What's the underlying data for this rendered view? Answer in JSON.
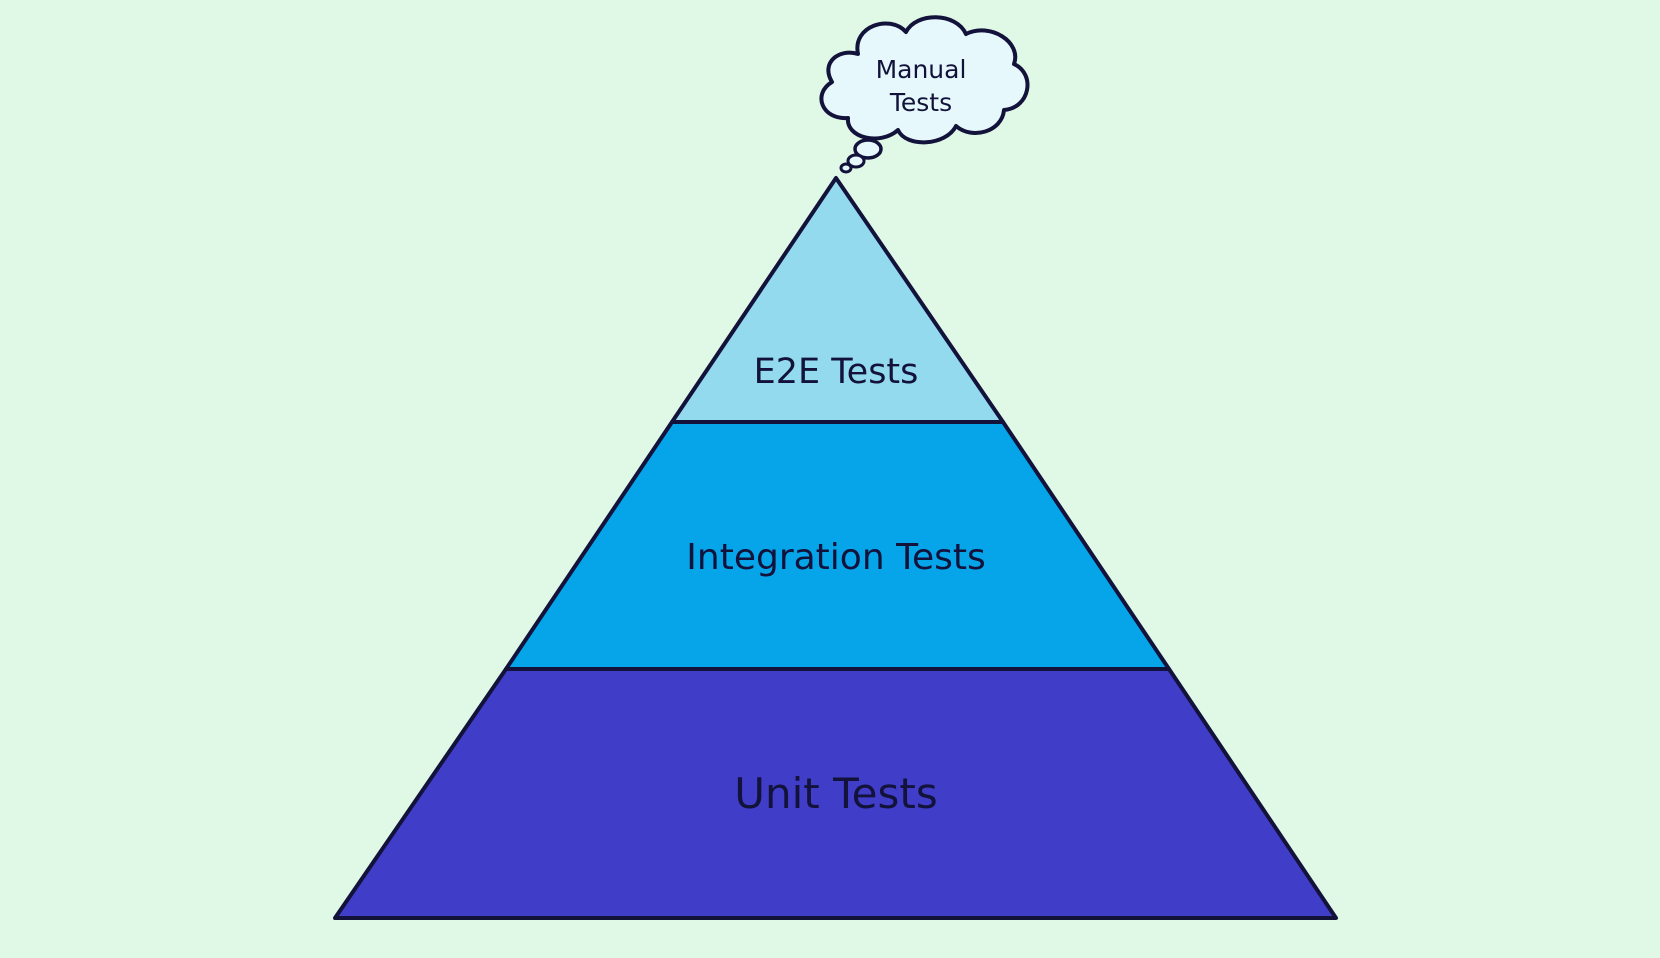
{
  "colors": {
    "background": "#e0f8e6",
    "outline": "#12123a",
    "e2e": "#93daee",
    "integration": "#06a4e8",
    "unit": "#403ec8",
    "cloud": "#e6f8fb"
  },
  "cloud": {
    "line1": "Manual",
    "line2": "Tests"
  },
  "layers": {
    "top": "E2E Tests",
    "middle": "Integration Tests",
    "bottom": "Unit Tests"
  }
}
